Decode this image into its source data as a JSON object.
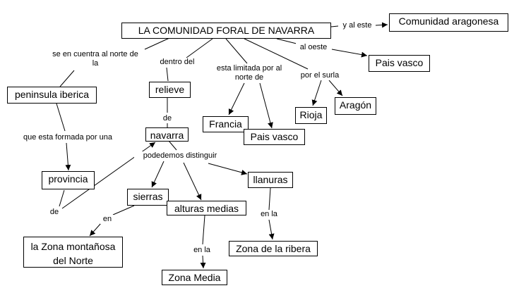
{
  "concept_map": {
    "nodes": {
      "root": "LA COMUNIDAD FORAL DE NAVARRA",
      "aragonesa": "Comunidad aragonesa",
      "peninsula": "peninsula iberica",
      "relieve": "relieve",
      "paisvasco_w": "Pais vasco",
      "navarra": "navarra",
      "francia": "Francia",
      "paisvasco_n": "Pais vasco",
      "rioja": "Rioja",
      "aragon": "Aragón",
      "provincia": "provincia",
      "sierras": "sierras",
      "alturas": "alturas medias",
      "llanuras": "llanuras",
      "zona_montanosa": "la Zona montañosa del Norte",
      "ribera": "Zona de la ribera",
      "zona_media": "Zona Media"
    },
    "labels": {
      "y_al_este": "y al  este",
      "se_encuentra": "se en cuentra al norte de la",
      "dentro_del": "dentro del",
      "limitada": "esta limitada por al norte de",
      "al_oeste": "al oeste",
      "por_el_sur": "por el surla",
      "de1": "de",
      "que_esta": "que esta formada por una",
      "podemos": "podedemos distinguir",
      "de2": "de",
      "en1": "en",
      "en_la1": "en la",
      "en_la2": "en la"
    }
  }
}
